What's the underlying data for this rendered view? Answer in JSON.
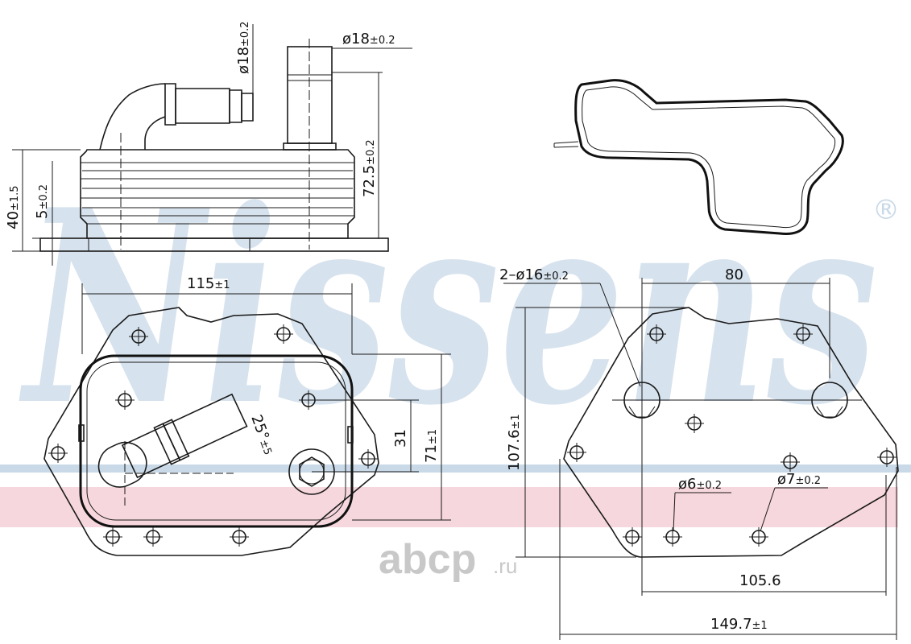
{
  "watermark": {
    "brand": "Nissens",
    "registered": "®",
    "shop": "abcp",
    "shop_suffix": ".ru"
  },
  "colors": {
    "watermark_blue": "#c9d9e8",
    "watermark_pink": "#f3c9d2",
    "shop_gray": "#c8c8c8",
    "line": "#1a1a1a"
  },
  "dimensions": {
    "pipe_dia_left": "ø18",
    "pipe_dia_left_tol": "±0.2",
    "pipe_dia_right": "ø18",
    "pipe_dia_right_tol": "±0.2",
    "height_72": "72.5",
    "height_72_tol": "±0.2",
    "height_40": "40",
    "height_40_tol": "±1.5",
    "plate_5": "5",
    "plate_5_tol": "±0.2",
    "width_115": "115",
    "width_115_tol": "±1",
    "angle_25": "25°",
    "angle_25_tol": "±5",
    "height_31": "31",
    "height_71": "71",
    "height_71_tol": "±1",
    "holes_16": "2–ø16",
    "holes_16_tol": "±0.2",
    "spacing_80": "80",
    "height_107": "107.6",
    "height_107_tol": "±1",
    "hole_6": "ø6",
    "hole_6_tol": "±0.2",
    "hole_7": "ø7",
    "hole_7_tol": "±0.2",
    "width_105": "105.6",
    "width_149": "149.7",
    "width_149_tol": "±1"
  }
}
